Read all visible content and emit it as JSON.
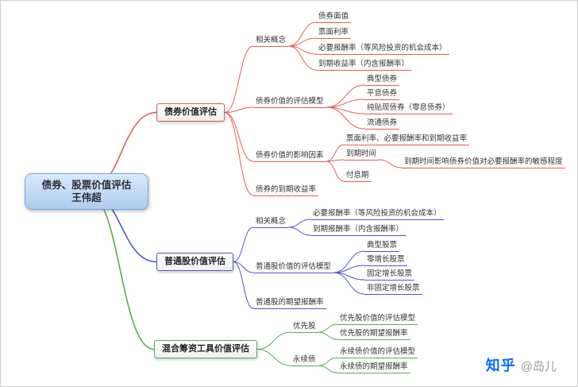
{
  "colors": {
    "bond": "#e25c5c",
    "stock": "#5353d1",
    "hybrid": "#58aa58",
    "root_border": "#7ba6d9",
    "root_fill_top": "#d8e9fa",
    "root_fill_bottom": "#aecdf0",
    "canvas_bg": "#ffffff",
    "frame_border": "#cccccc",
    "zhihu_blue": "#0b6eff",
    "watermark_gray": "#9b9b9b"
  },
  "root": {
    "line1": "债券、股票价值评估",
    "line2": "王伟超"
  },
  "nodes": {
    "t1": "债券价值评估",
    "t2": "普通股价值评估",
    "t3": "混合筹资工具价值评估",
    "r1": "相关概念",
    "r1a": "债券面值",
    "r1b": "票面利率",
    "r1c": "必要报酬率（等风险投资的机会成本）",
    "r1d": "到期收益率（内含报酬率）",
    "r2": "债券价值的评估模型",
    "r2a": "典型债券",
    "r2b": "平息债券",
    "r2c": "纯贴现债券（零息债券）",
    "r2d": "流通债券",
    "r3": "债券价值的影响因素",
    "r3a": "票面利率、必要报酬率和到期收益率",
    "r3b": "到期时间",
    "r3b1": "到期时间影响债券价值对必要报酬率的敏感程度",
    "r3c": "付息期",
    "r4": "债券的到期收益率",
    "b1": "相关概念",
    "b1a": "必要报酬率（等风险投资的机会成本）",
    "b1b": "到期报酬率（内含报酬率）",
    "b2": "普通股价值的评估模型",
    "b2a": "典型股票",
    "b2b": "零增长股票",
    "b2c": "固定增长股票",
    "b2d": "非固定增长股票",
    "b3": "普通股的期望报酬率",
    "g1": "优先股",
    "g1a": "优先股价值的评估模型",
    "g1b": "优先股的期望报酬率",
    "g2": "永续债",
    "g2a": "永续债价值的评估模型",
    "g2b": "永续债的期望报酬率"
  },
  "watermark": {
    "brand": "知乎",
    "user": "@岛儿"
  }
}
